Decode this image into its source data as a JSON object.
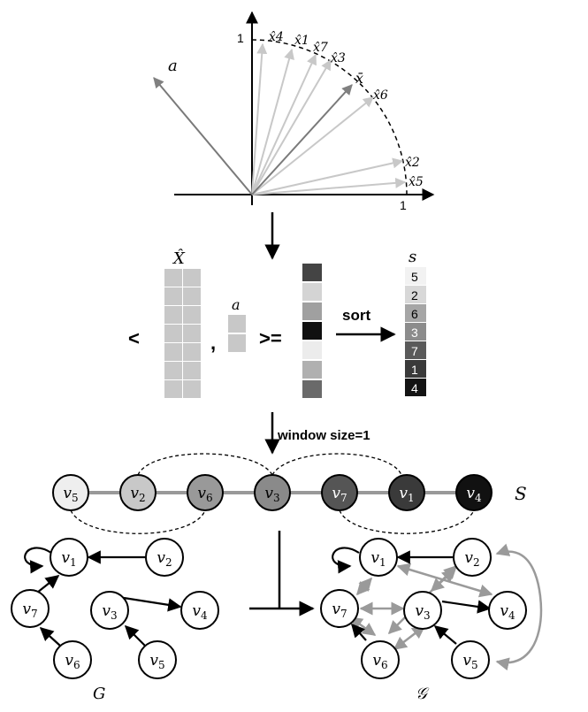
{
  "top_plot": {
    "axis_one_y": "1",
    "axis_one_x": "1",
    "vector_a": "a",
    "vector_xbar": "x̄",
    "vector_labels": [
      "x̂4",
      "x̂1",
      "x̂7",
      "x̂3",
      "x̂6",
      "x̂2",
      "x̂5"
    ]
  },
  "matrix_section": {
    "x_hat_label": "X̂",
    "a_label": "a",
    "open_bracket": "<",
    "comma": ",",
    "close_bracket": ">=",
    "sort_label": "sort",
    "s_label": "s",
    "score_colors": [
      "#444444",
      "#d4d4d4",
      "#a0a0a0",
      "#101010",
      "#ececec",
      "#b0b0b0",
      "#6a6a6a"
    ],
    "sorted_values": [
      "5",
      "2",
      "6",
      "3",
      "7",
      "1",
      "4"
    ],
    "sorted_colors": [
      "#f2f2f2",
      "#d8d8d8",
      "#a6a6a6",
      "#8c8c8c",
      "#5a5a5a",
      "#3a3a3a",
      "#141414"
    ]
  },
  "window_label": "window size=1",
  "sequence": {
    "nodes": [
      "v5",
      "v2",
      "v6",
      "v3",
      "v7",
      "v1",
      "v4"
    ],
    "node_colors": [
      "#eeeeee",
      "#c8c8c8",
      "#999999",
      "#8a8a8a",
      "#555555",
      "#3a3a3a",
      "#111111"
    ],
    "set_label": "S"
  },
  "graph_left": {
    "label": "G",
    "nodes": [
      "v1",
      "v2",
      "v7",
      "v3",
      "v4",
      "v6",
      "v5"
    ]
  },
  "graph_right": {
    "label": "𝒢",
    "nodes": [
      "v1",
      "v2",
      "v7",
      "v3",
      "v4",
      "v6",
      "v5"
    ]
  }
}
